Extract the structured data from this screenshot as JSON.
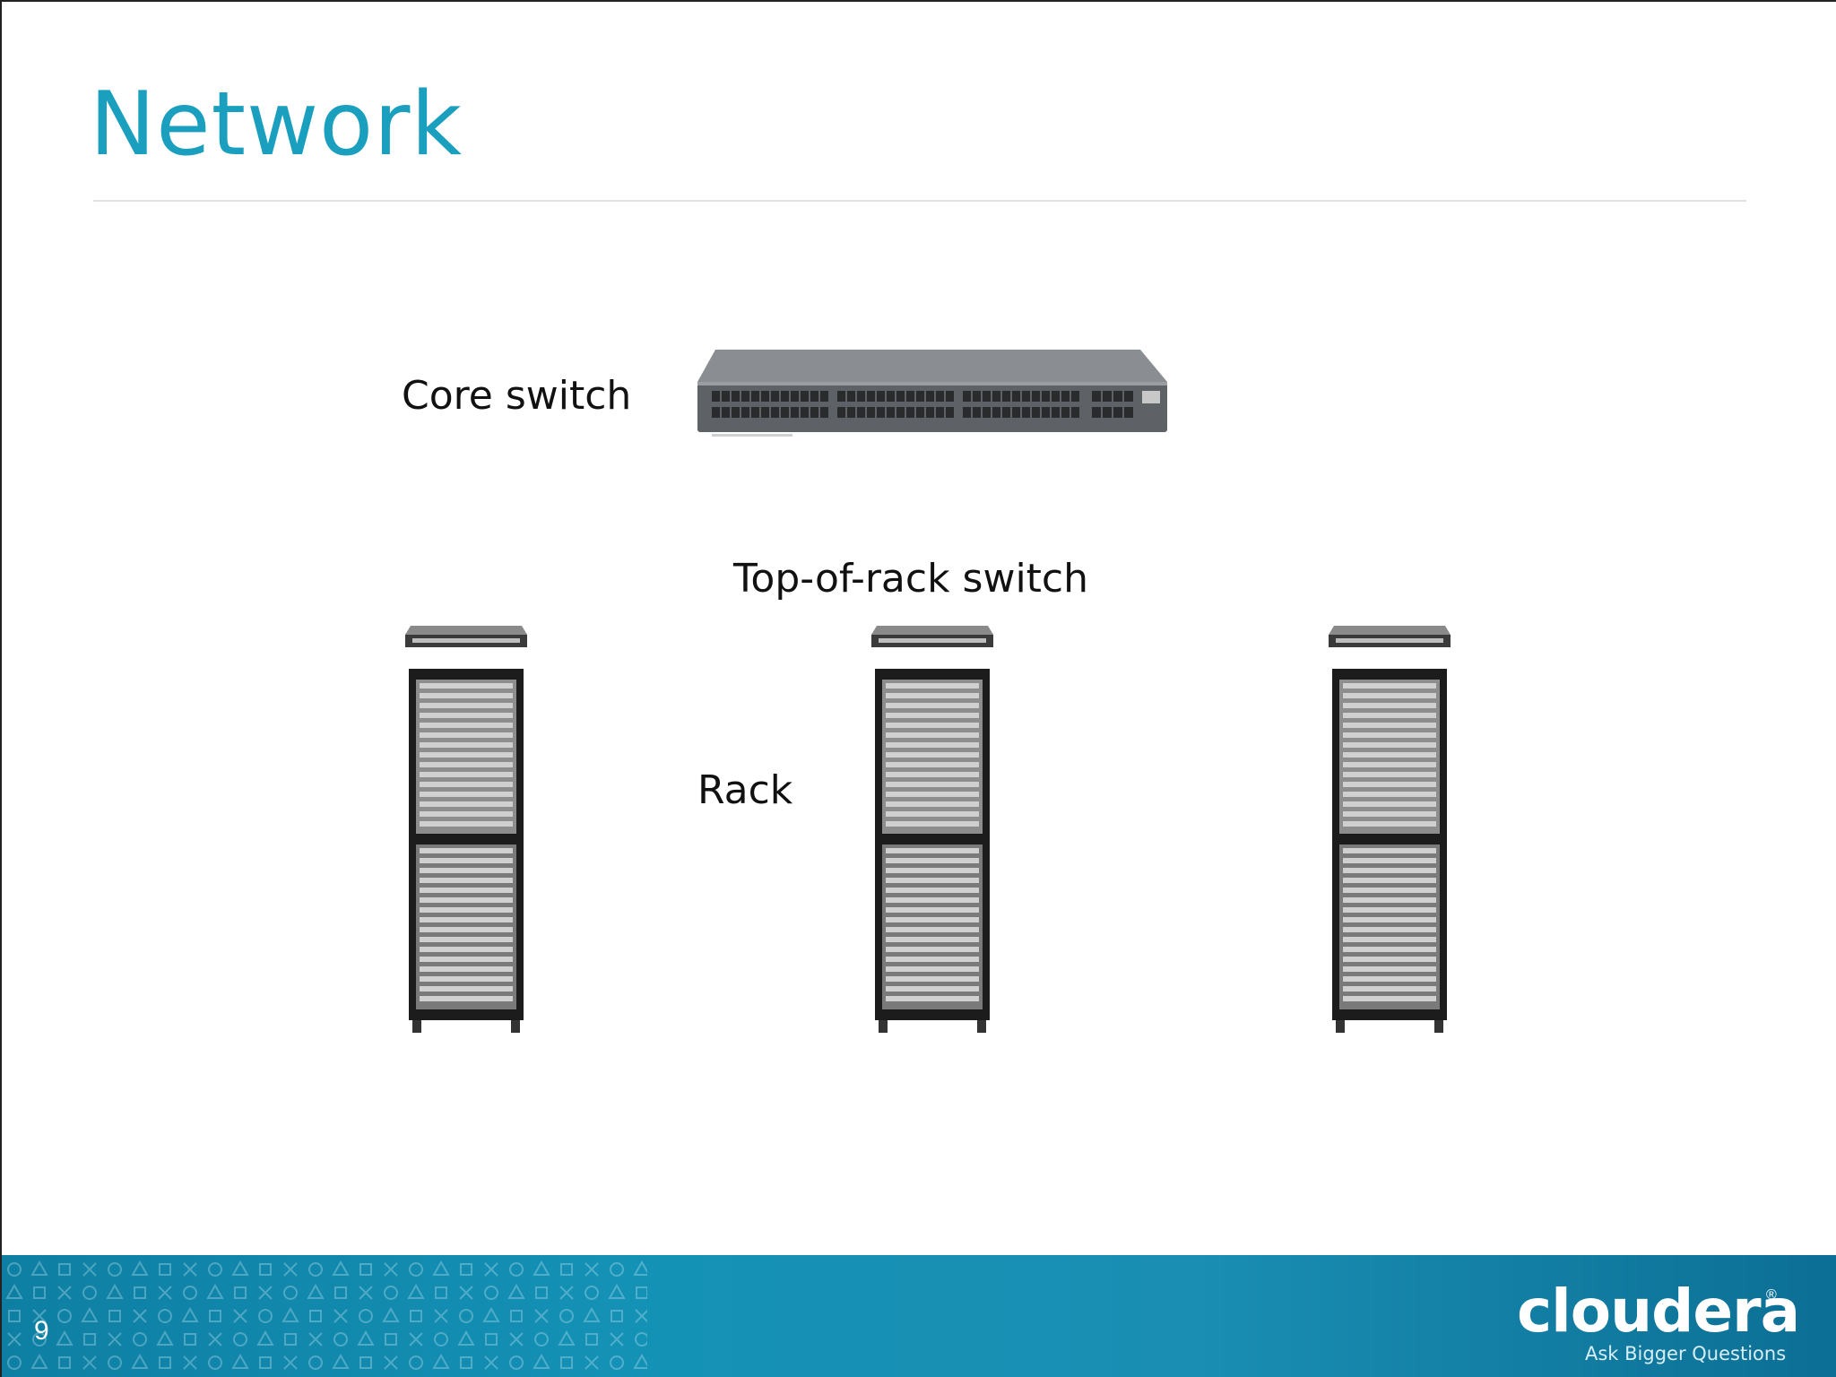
{
  "slide": {
    "title": "Network",
    "page_number": "9"
  },
  "labels": {
    "core_switch": "Core switch",
    "tor_switch": "Top-of-rack switch",
    "rack": "Rack"
  },
  "footer": {
    "logo": "cloudera",
    "logo_mark": "®",
    "tagline": "Ask Bigger Questions"
  },
  "colors": {
    "title": "#1a9fbf",
    "footer_bar": "#1492b6",
    "switch_body": "#6b6e72",
    "rack_frame": "#1c1c1c"
  },
  "icons": [
    "core-switch-icon",
    "tor-switch-icon",
    "server-rack-icon"
  ]
}
